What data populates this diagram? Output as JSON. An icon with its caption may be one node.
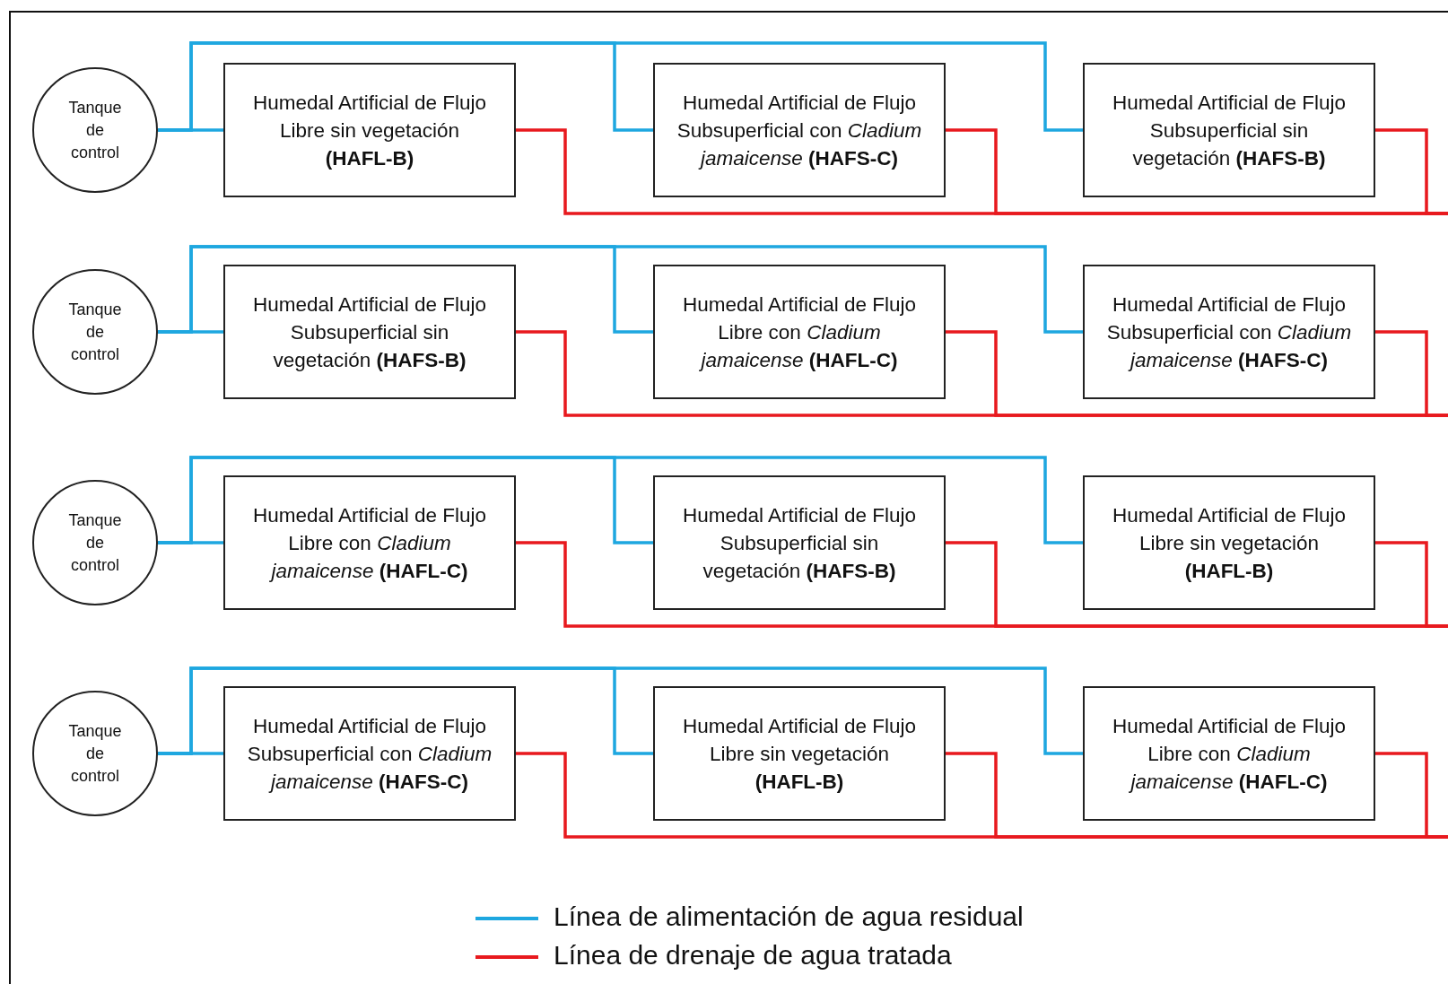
{
  "diagram": {
    "nodes": [
      {
        "text": [
          "Tanque de control"
        ]
      },
      {
        "text": [
          "Humedal Artificial de Flujo Libre sin vegetación **(HAFL-B)**"
        ]
      },
      {
        "text": [
          "Humedal Artificial de Flujo Subsuperficial con *Cladium jamaicense* **(HAFS-C)**"
        ]
      },
      {
        "text": [
          "Humedal Artificial de Flujo Subsuperficial sin vegetación **(HAFS-B)**"
        ]
      },
      {
        "text": [
          "Tanque de control"
        ]
      },
      {
        "text": [
          "Humedal Artificial de Flujo Subsuperficial sin vegetación **(HAFS-B)**"
        ]
      },
      {
        "text": [
          "Humedal Artificial de Flujo Libre con *Cladium jamaicense* **(HAFL-C)**"
        ]
      },
      {
        "text": [
          "Humedal Artificial de Flujo Subsuperficial con *Cladium jamaicense* **(HAFS-C)**"
        ]
      },
      {
        "text": [
          "Tanque de control"
        ]
      },
      {
        "text": [
          "Humedal Artificial de Flujo Libre con *Cladium jamaicense* **(HAFL-C)**"
        ]
      },
      {
        "text": [
          "Humedal Artificial de Flujo Subsuperficial sin vegetación **(HAFS-B)**"
        ]
      },
      {
        "text": [
          "Humedal Artificial de Flujo Libre sin vegetación **(HAFL-B)**"
        ]
      },
      {
        "text": [
          "Tanque de control"
        ]
      },
      {
        "text": [
          "Humedal Artificial de Flujo Subsuperficial con *Cladium jamaicense* **(HAFS-C)**"
        ]
      },
      {
        "text": [
          "Humedal Artificial de Flujo Libre sin vegetación **(HAFL-B)**"
        ]
      },
      {
        "text": [
          "Humedal Artificial de Flujo Libre con *Cladium jamaicense* **(HAFL-C)**"
        ]
      }
    ],
    "edges": [
      {
        "from": 0,
        "to": 1,
        "arrow": "none",
        "color": "#1ea7e0"
      },
      {
        "from": 0,
        "to": 2,
        "arrow": "none",
        "color": "#1ea7e0"
      },
      {
        "from": 0,
        "to": 3,
        "arrow": "none",
        "color": "#1ea7e0"
      },
      {
        "from": 1,
        "to": null,
        "arrow": "none",
        "color": "#e8191e"
      },
      {
        "from": 2,
        "to": null,
        "arrow": "none",
        "color": "#e8191e"
      },
      {
        "from": 3,
        "to": null,
        "arrow": "none",
        "color": "#e8191e"
      },
      {
        "from": 4,
        "to": 5,
        "arrow": "none",
        "color": "#1ea7e0"
      },
      {
        "from": 4,
        "to": 6,
        "arrow": "none",
        "color": "#1ea7e0"
      },
      {
        "from": 4,
        "to": 7,
        "arrow": "none",
        "color": "#1ea7e0"
      },
      {
        "from": 5,
        "to": null,
        "arrow": "none",
        "color": "#e8191e"
      },
      {
        "from": 6,
        "to": null,
        "arrow": "none",
        "color": "#e8191e"
      },
      {
        "from": 7,
        "to": null,
        "arrow": "none",
        "color": "#e8191e"
      },
      {
        "from": 8,
        "to": 9,
        "arrow": "none",
        "color": "#1ea7e0"
      },
      {
        "from": 8,
        "to": 10,
        "arrow": "none",
        "color": "#1ea7e0"
      },
      {
        "from": 8,
        "to": 11,
        "arrow": "none",
        "color": "#1ea7e0"
      },
      {
        "from": 9,
        "to": null,
        "arrow": "none",
        "color": "#e8191e"
      },
      {
        "from": 10,
        "to": null,
        "arrow": "none",
        "color": "#e8191e"
      },
      {
        "from": 11,
        "to": null,
        "arrow": "none",
        "color": "#e8191e"
      },
      {
        "from": 12,
        "to": 13,
        "arrow": "none",
        "color": "#1ea7e0"
      },
      {
        "from": 12,
        "to": 14,
        "arrow": "none",
        "color": "#1ea7e0"
      },
      {
        "from": 12,
        "to": 15,
        "arrow": "none",
        "color": "#1ea7e0"
      },
      {
        "from": 13,
        "to": null,
        "arrow": "none",
        "color": "#e8191e"
      },
      {
        "from": 14,
        "to": null,
        "arrow": "none",
        "color": "#e8191e"
      },
      {
        "from": 15,
        "to": null,
        "arrow": "none",
        "color": "#e8191e"
      }
    ],
    "legend": [
      {
        "text": "Línea de alimentación de agua residual",
        "color": "#1ea7e0"
      },
      {
        "text": "Línea de drenaje de agua tratada",
        "color": "#e8191e"
      }
    ]
  }
}
